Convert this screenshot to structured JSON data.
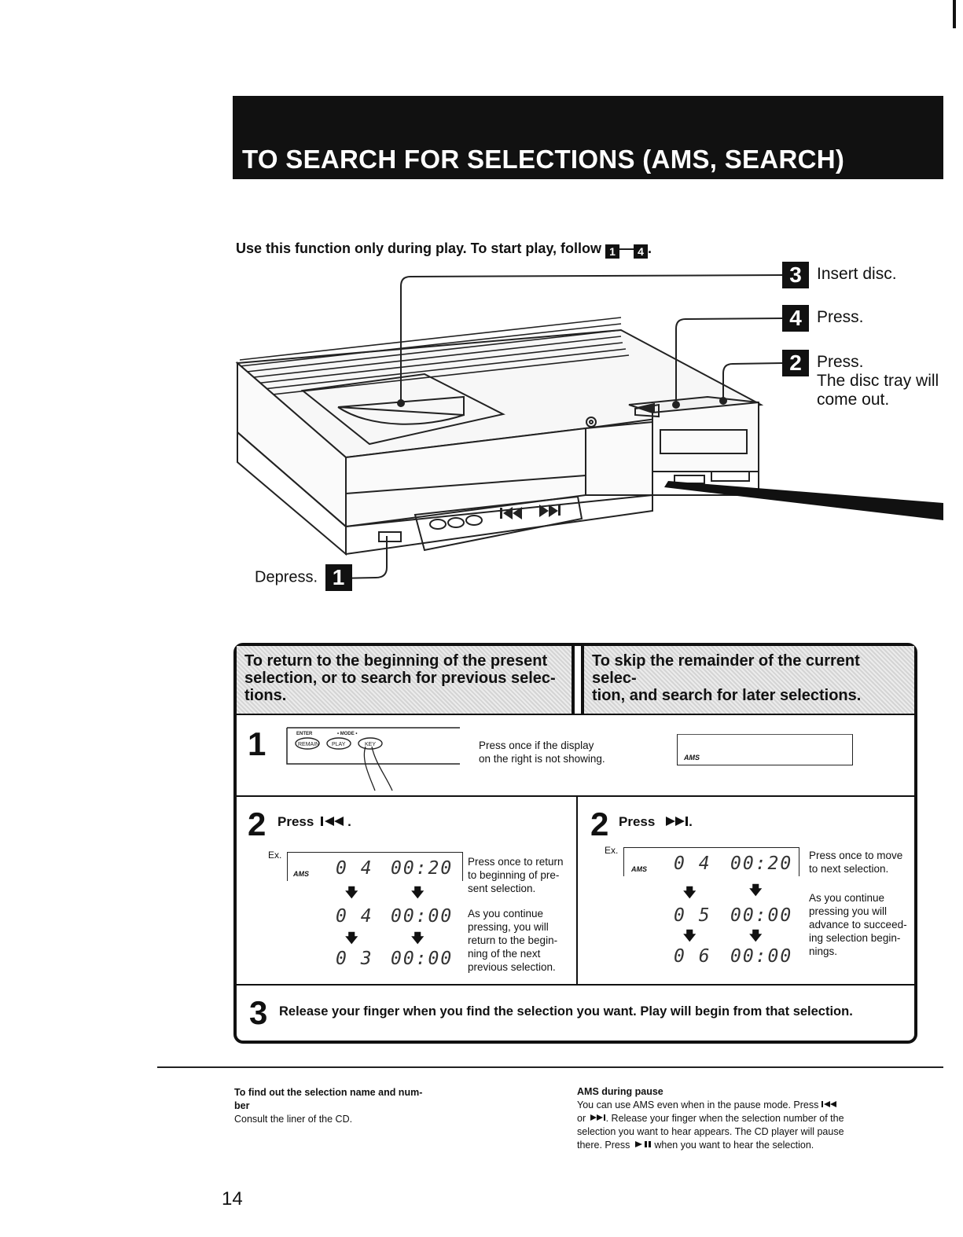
{
  "header": {
    "title": "TO SEARCH FOR SELECTIONS (AMS, SEARCH)"
  },
  "intro": {
    "text_before": "Use this function only during play. To start play, follow ",
    "step_from": "1",
    "dash": "—",
    "step_to": "4",
    "text_after": "."
  },
  "callouts": [
    {
      "step": "3",
      "text": "Insert disc."
    },
    {
      "step": "4",
      "text": "Press."
    },
    {
      "step": "2",
      "text": "Press.",
      "subtext_line1": "The disc tray will",
      "subtext_line2": "come out."
    }
  ],
  "depress": {
    "text": "Depress.",
    "step": "1"
  },
  "panel": {
    "left_header": [
      "To return to the beginning of the present",
      "selection, or to search for previous selec-",
      "tions."
    ],
    "right_header": [
      "To skip the remainder of the current selec-",
      "tion, and search for later selections."
    ],
    "step1": {
      "number": "1",
      "keys": {
        "enter": "ENTER",
        "mode": "• MODE •",
        "remain": "REMAIN",
        "play": "PLAY",
        "key": "KEY"
      },
      "text_line1": "Press once if the display",
      "text_line2": "on the right is not showing.",
      "display_label": "AMS"
    },
    "step2_left": {
      "number": "2",
      "press": "Press",
      "button_icon": "prev-track-icon",
      "ex": "Ex.",
      "ams": "AMS",
      "rows": [
        {
          "track": "0 4",
          "time": "00:20"
        },
        {
          "track": "0 4",
          "time": "00:00"
        },
        {
          "track": "0 3",
          "time": "00:00"
        }
      ],
      "text1": [
        "Press once to return",
        "to beginning of pre-",
        "sent selection."
      ],
      "text2": [
        "As you continue",
        "pressing, you will",
        "return to the begin-",
        "ning of the next",
        "previous selection."
      ]
    },
    "step2_right": {
      "number": "2",
      "press": "Press",
      "button_icon": "next-track-icon",
      "ex": "Ex.",
      "ams": "AMS",
      "rows": [
        {
          "track": "0 4",
          "time": "00:20"
        },
        {
          "track": "0 5",
          "time": "00:00"
        },
        {
          "track": "0 6",
          "time": "00:00"
        }
      ],
      "text1": [
        "Press once to move",
        "to next selection."
      ],
      "text2": [
        "As you continue",
        "pressing you will",
        "advance to succeed-",
        "ing selection begin-",
        "nings."
      ]
    },
    "step3": {
      "number": "3",
      "text": "Release your finger when you find the selection you want. Play will begin from that selection."
    }
  },
  "notes": {
    "left": {
      "heading_line1": "To find out the selection name and num-",
      "heading_line2": "ber",
      "body": "Consult the liner of the CD."
    },
    "right": {
      "heading": "AMS during pause",
      "line1": "You can use AMS even when in the pause mode. Press",
      "line2_a": "or",
      "line2_b": ". Release your finger when the selection number of the",
      "line3": "selection you want to hear appears. The CD player will pause",
      "line4_a": "there. Press",
      "line4_b": "when you want to hear the selection."
    }
  },
  "page_number": "14"
}
